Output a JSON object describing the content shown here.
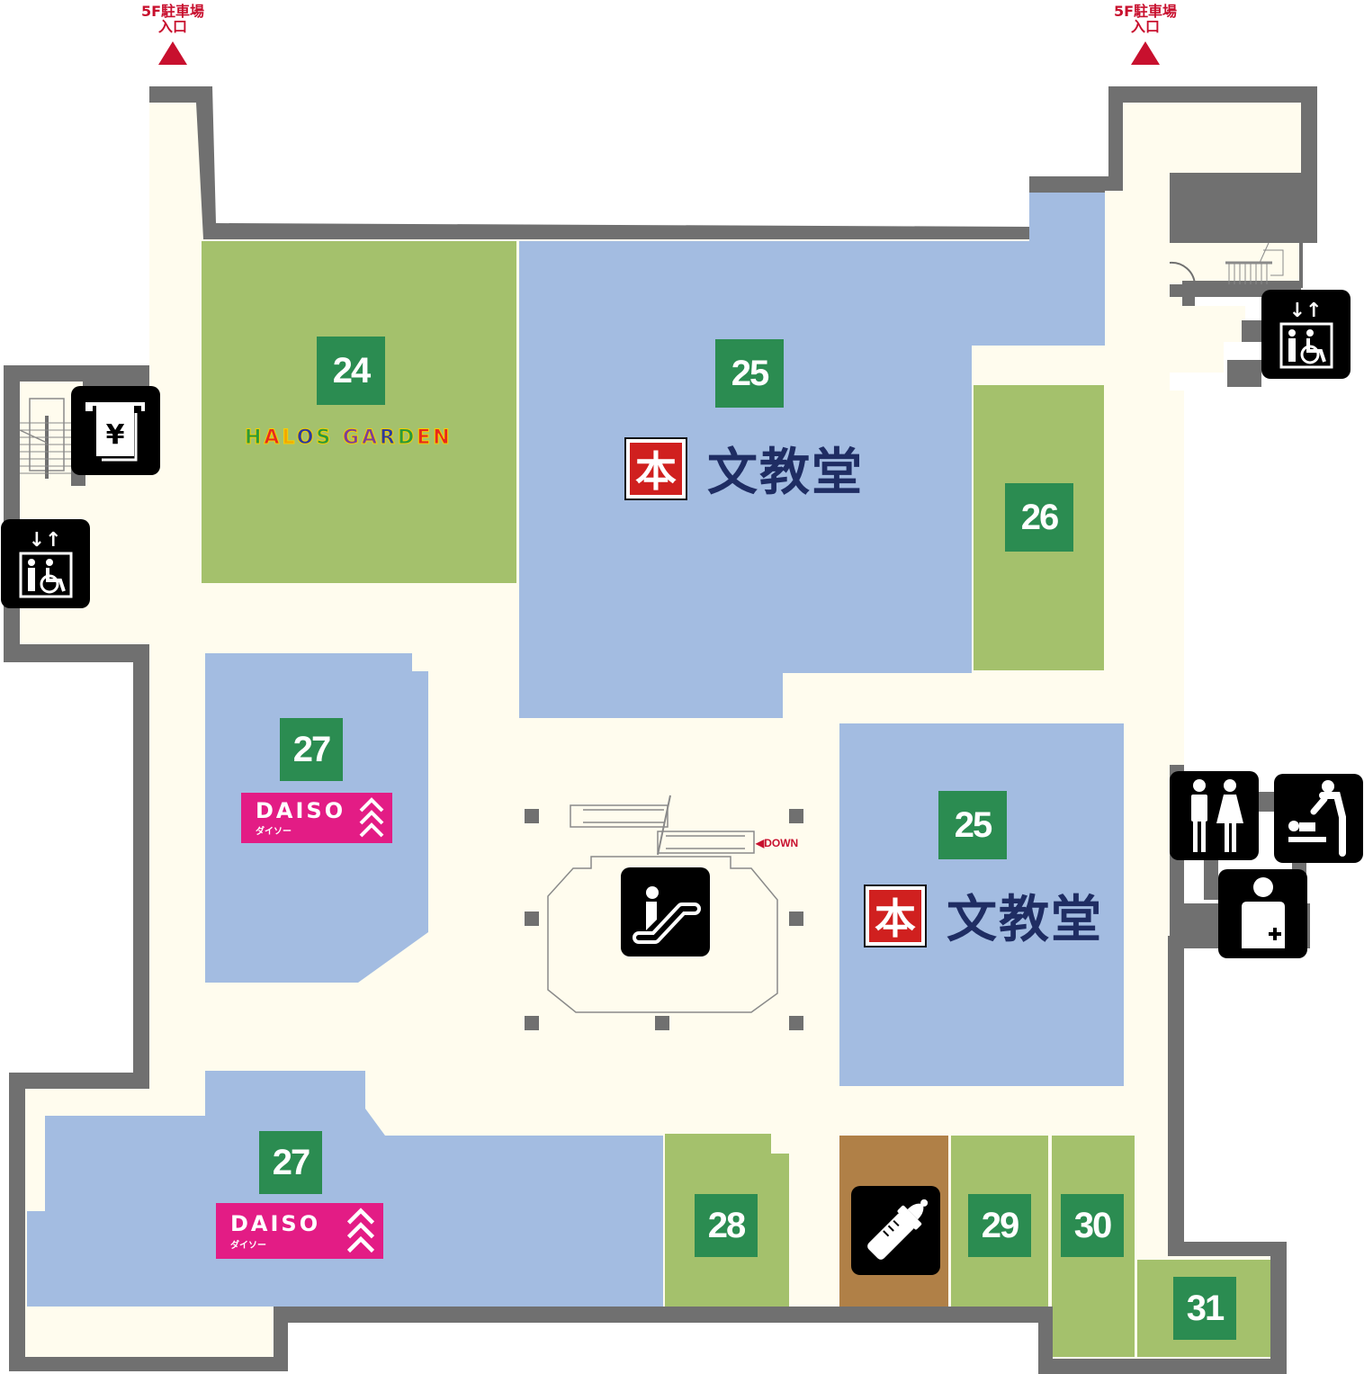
{
  "map": {
    "floor_entrances": [
      {
        "label_line1": "5F駐車場",
        "label_line2": "入口"
      },
      {
        "label_line1": "5F駐車場",
        "label_line2": "入口"
      }
    ],
    "colors": {
      "wall": "#707070",
      "corridor": "#fffcee",
      "green_store": "#a4c16c",
      "blue_store": "#a3bce1",
      "nursing_room": "#b08047",
      "number_badge": "#2b8c51",
      "daiso_pink": "#e31c85",
      "bunkyodo_navy": "#1f2d63",
      "accent_red": "#c8102e"
    },
    "stores": [
      {
        "number": "24",
        "name": "HALOS GARDEN"
      },
      {
        "number": "25",
        "name": "文教堂",
        "logo_char": "本"
      },
      {
        "number": "26"
      },
      {
        "number": "27",
        "name": "DAISO",
        "name_kana": "ダイソー"
      },
      {
        "number": "25",
        "name": "文教堂",
        "logo_char": "本"
      },
      {
        "number": "27",
        "name": "DAISO",
        "name_kana": "ダイソー"
      },
      {
        "number": "28"
      },
      {
        "number": "29"
      },
      {
        "number": "30"
      },
      {
        "number": "31"
      }
    ],
    "escalator": {
      "direction_label": "DOWN",
      "arrow": "◀"
    },
    "facilities": [
      {
        "icon": "atm-yen-icon"
      },
      {
        "icon": "elevator-icon",
        "arrows": "↓↑"
      },
      {
        "icon": "elevator-icon",
        "arrows": "↓↑"
      },
      {
        "icon": "escalator-icon"
      },
      {
        "icon": "restroom-icon"
      },
      {
        "icon": "baby-changing-icon"
      },
      {
        "icon": "first-aid-icon"
      },
      {
        "icon": "nursing-bottle-icon"
      }
    ],
    "halos_colors": [
      "#2a9a3a",
      "#e8291c",
      "#f2a900",
      "#2d3a9c",
      "#7d3f98",
      "#e8291c",
      "#f2a900",
      "#2d3a9c",
      "#2a9a3a",
      "#e8291c",
      "#f2a900"
    ]
  }
}
